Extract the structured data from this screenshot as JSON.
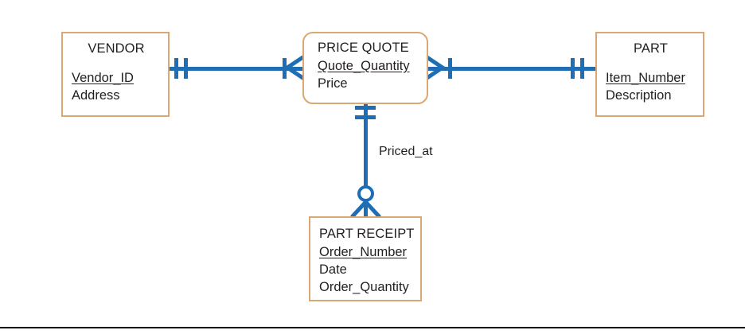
{
  "diagram": {
    "type": "entity-relationship-diagram",
    "notation": "crows-foot",
    "colors": {
      "entity_border": "#d9a873",
      "connector": "#1f6eb4",
      "text": "#231f20",
      "background": "#ffffff",
      "rule": "#000000"
    },
    "entities": [
      {
        "id": "vendor",
        "title": "VENDOR",
        "shape": "rectangle",
        "title_align": "center",
        "attributes": [
          {
            "name": "Vendor_ID",
            "key": true
          },
          {
            "name": "Address",
            "key": false
          }
        ]
      },
      {
        "id": "price_quote",
        "title": "PRICE QUOTE",
        "shape": "rounded-rectangle",
        "title_align": "left",
        "attributes": [
          {
            "name": "Quote_Quantity",
            "key": true
          },
          {
            "name": "Price",
            "key": false
          }
        ]
      },
      {
        "id": "part",
        "title": "PART",
        "shape": "rectangle",
        "title_align": "center",
        "attributes": [
          {
            "name": "Item_Number",
            "key": true
          },
          {
            "name": "Description",
            "key": false
          }
        ]
      },
      {
        "id": "part_receipt",
        "title": "PART RECEIPT",
        "shape": "rectangle",
        "title_align": "left",
        "attributes": [
          {
            "name": "Order_Number",
            "key": true
          },
          {
            "name": "Date",
            "key": false
          },
          {
            "name": "Order_Quantity",
            "key": false
          }
        ]
      }
    ],
    "relationships": [
      {
        "id": "vendor-price-quote",
        "label": "",
        "from": "vendor",
        "to": "price_quote",
        "from_cardinality": "one-and-only-one",
        "to_cardinality": "one-or-many"
      },
      {
        "id": "price-quote-part",
        "label": "",
        "from": "price_quote",
        "to": "part",
        "from_cardinality": "one-or-many",
        "to_cardinality": "one-and-only-one"
      },
      {
        "id": "priced-at",
        "label": "Priced_at",
        "from": "price_quote",
        "to": "part_receipt",
        "from_cardinality": "one-and-only-one",
        "to_cardinality": "zero-or-many"
      }
    ]
  }
}
